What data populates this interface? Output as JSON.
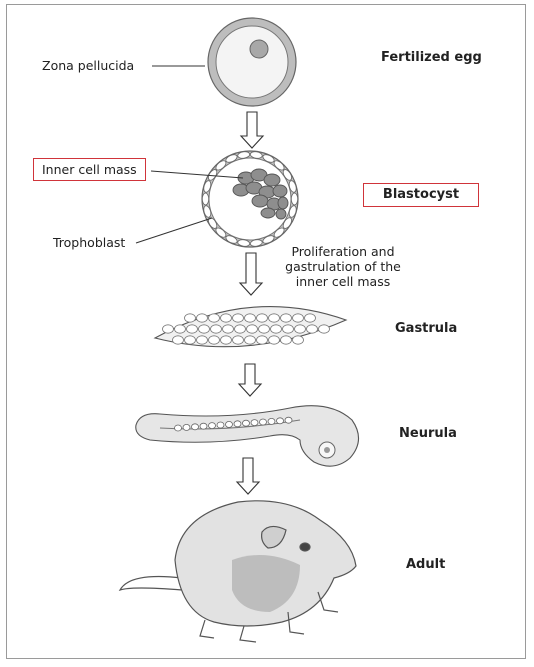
{
  "labels": {
    "zona_pellucida": "Zona pellucida",
    "inner_cell_mass": "Inner cell mass",
    "trophoblast": "Trophoblast",
    "proliferation": [
      "Proliferation and",
      "gastrulation of the",
      "inner cell mass"
    ]
  },
  "stages": {
    "fertilized_egg": "Fertilized egg",
    "blastocyst": "Blastocyst",
    "gastrula": "Gastrula",
    "neurula": "Neurula",
    "adult": "Adult"
  },
  "colors": {
    "highlight_box": "#d0343a",
    "zona_gray": "#b8b8b8",
    "cell_gray": "#8a8a8a"
  }
}
